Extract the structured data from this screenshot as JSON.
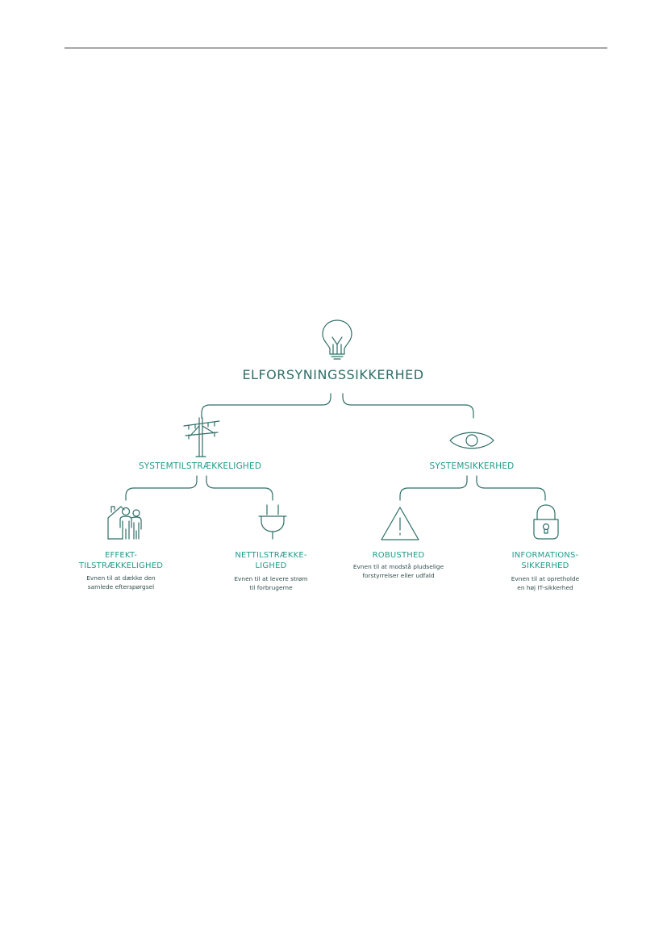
{
  "diagram": {
    "root": {
      "title": "ELFORSYNINGSSIKKERHED",
      "icon": "lightbulb-icon"
    },
    "branches": [
      {
        "title": "SYSTEMTILSTRÆKKELIGHED",
        "icon": "power-pole-icon",
        "children": [
          {
            "title_line1": "EFFEKT-",
            "title_line2": "TILSTRÆKKELIGHED",
            "desc_line1": "Evnen til at dække den",
            "desc_line2": "samlede efterspørgsel",
            "icon": "house-people-icon"
          },
          {
            "title_line1": "NETTILSTRÆKKE-",
            "title_line2": "LIGHED",
            "desc_line1": "Evnen til at levere strøm",
            "desc_line2": "til forbrugerne",
            "icon": "plug-icon"
          }
        ]
      },
      {
        "title": "SYSTEMSIKKERHED",
        "icon": "eye-icon",
        "children": [
          {
            "title_line1": "ROBUSTHED",
            "desc_line1": "Evnen til at modstå pludselige",
            "desc_line2": "forstyrrelser eller udfald",
            "icon": "warning-triangle-icon"
          },
          {
            "title_line1": "INFORMATIONS-",
            "title_line2": "SIKKERHED",
            "desc_line1": "Evnen til at opretholde",
            "desc_line2": "en høj IT-sikkerhed",
            "icon": "padlock-icon"
          }
        ]
      }
    ],
    "colors": {
      "accent": "#1f9c8a",
      "line": "#2f6f69",
      "text": "#2f4f4d"
    }
  }
}
